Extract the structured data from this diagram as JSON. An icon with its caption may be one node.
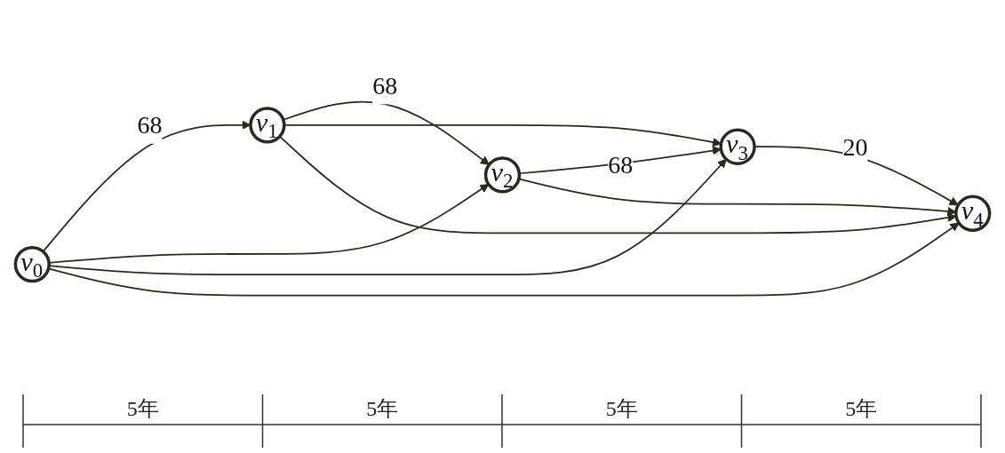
{
  "diagram": {
    "nodes": [
      {
        "text": [
          "v$_{0}$"
        ]
      },
      {
        "text": [
          "v$_{1}$"
        ]
      },
      {
        "text": [
          "v$_{2}$"
        ]
      },
      {
        "text": [
          "v$_{3}$"
        ]
      },
      {
        "text": [
          "v$_{4}$"
        ]
      }
    ],
    "edges": [
      {
        "from": 0,
        "to": 1,
        "arrow": "to",
        "label": "68"
      },
      {
        "from": 1,
        "to": 2,
        "arrow": "to",
        "label": "68"
      },
      {
        "from": 2,
        "to": 3,
        "arrow": "to",
        "label": "68"
      },
      {
        "from": 3,
        "to": 4,
        "arrow": "to",
        "label": "20"
      },
      {
        "from": 0,
        "to": 2,
        "arrow": "to"
      },
      {
        "from": 0,
        "to": 3,
        "arrow": "to"
      },
      {
        "from": 0,
        "to": 4,
        "arrow": "to"
      },
      {
        "from": 2,
        "to": 4,
        "arrow": "to"
      },
      {
        "from": 1,
        "to": 3,
        "arrow": "to"
      },
      {
        "from": 1,
        "to": 4,
        "arrow": "to"
      }
    ],
    "labels": [
      "5年",
      "5年",
      "5年",
      "5年"
    ]
  }
}
